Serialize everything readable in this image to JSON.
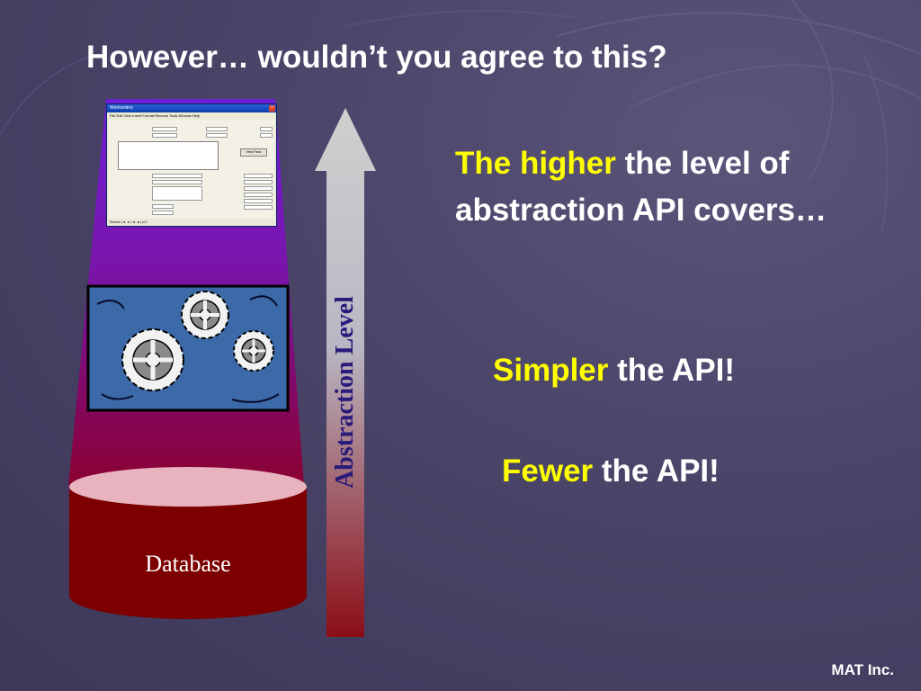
{
  "slide": {
    "title": "However… wouldn’t you agree to this?",
    "footer": "MAT Inc."
  },
  "diagram": {
    "database_label": "Database",
    "arrow_label": "Abstraction Level",
    "gears_icon": "gears-icon",
    "screenshot_window": {
      "title": "Workorders",
      "close_glyph": "×",
      "menu": "File  Edit  View  Insert  Format  Records  Tools  Window  Help",
      "status": "Record:  |◄  ◄  1  ►  ►|  of 2",
      "button": "View Parts"
    }
  },
  "statements": {
    "line1_highlight": "The higher",
    "line1_rest": " the level of abstraction API covers…",
    "line2_highlight": "Simpler",
    "line2_rest": " the API!",
    "line3_highlight": "Fewer",
    "line3_rest": " the API!"
  },
  "colors": {
    "highlight": "#ffff00",
    "text": "#ffffff",
    "database_top": "#e8b3bf",
    "database_body": "#7d0000",
    "beam_top": "#6d1ed6",
    "gears_panel": "#3c6aa8"
  }
}
